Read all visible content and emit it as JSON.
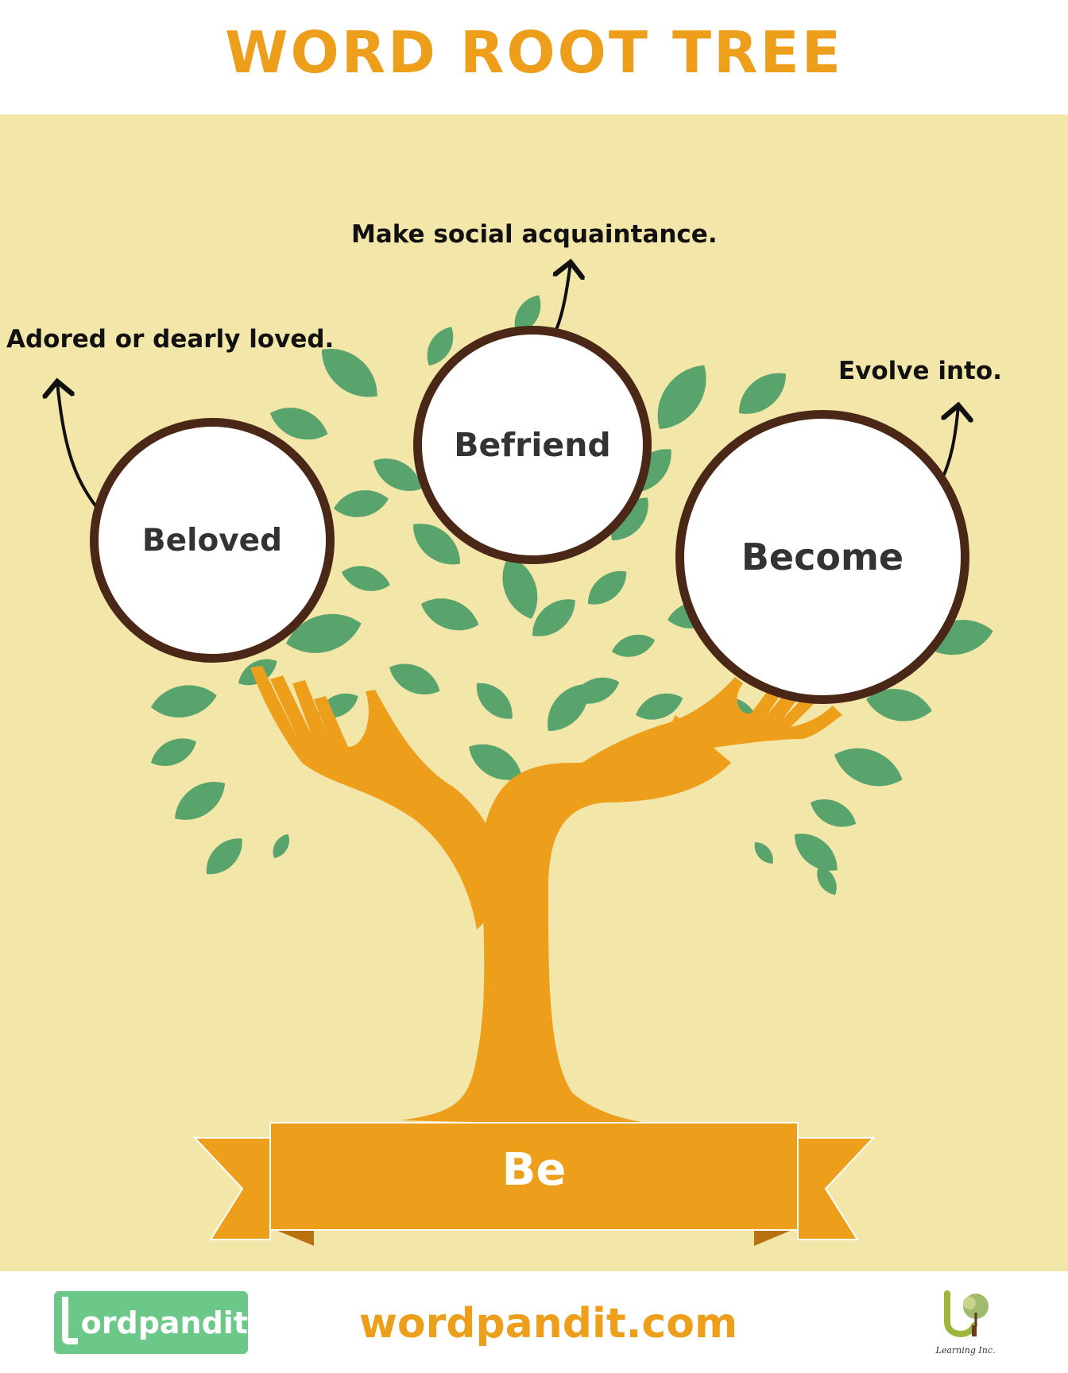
{
  "header": {
    "title": "WORD ROOT TREE"
  },
  "tree": {
    "root": "Be",
    "branches": [
      {
        "word": "Beloved",
        "definition": "Adored or dearly loved."
      },
      {
        "word": "Befriend",
        "definition": "Make social acquaintance."
      },
      {
        "word": "Become",
        "definition": "Evolve into."
      }
    ]
  },
  "colors": {
    "accent": "#ED9E1B",
    "background": "#F3E6A9",
    "leaf": "#59A46C",
    "circle_border": "#4A2717"
  },
  "footer": {
    "logo_text": "ordpandit",
    "website": "wordpandit.com",
    "brand2": "Learning Inc."
  }
}
